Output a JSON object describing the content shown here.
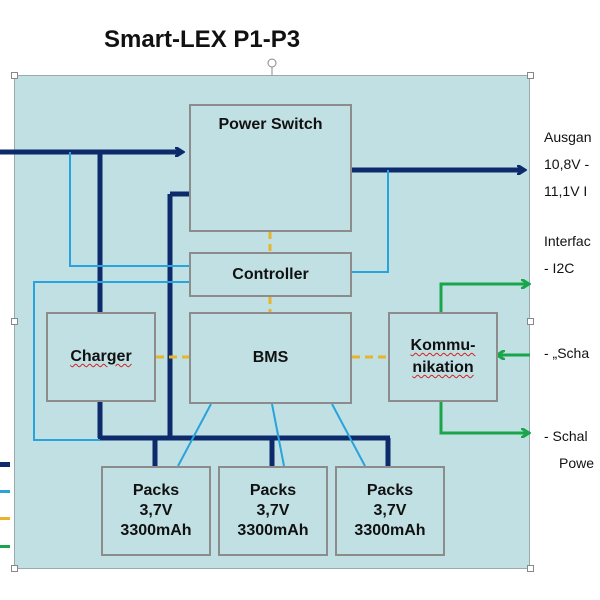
{
  "title": "Smart-LEX P1-P3",
  "blocks": {
    "power_switch": "Power Switch",
    "controller": "Controller",
    "charger": "Charger",
    "bms": "BMS",
    "kommunikation_line1": "Kommu-",
    "kommunikation_line2": "nikation"
  },
  "packs": [
    {
      "label": "Packs",
      "voltage": "3,7V",
      "capacity": "3300mAh"
    },
    {
      "label": "Packs",
      "voltage": "3,7V",
      "capacity": "3300mAh"
    },
    {
      "label": "Packs",
      "voltage": "3,7V",
      "capacity": "3300mAh"
    }
  ],
  "side_text": {
    "ausgang": "Ausgan",
    "v1": "10,8V -",
    "v2": "11,1V I",
    "interface": "Interfac",
    "i2c": "- I2C",
    "scha": "- „Scha",
    "schal": "- Schal",
    "powe": "Powe"
  },
  "colors": {
    "panel": "#c1e0e4",
    "power_line": "#0d2a6b",
    "signal_line": "#29a3dc",
    "internal_link": "#e8b52a",
    "interface_line": "#19a64a"
  }
}
